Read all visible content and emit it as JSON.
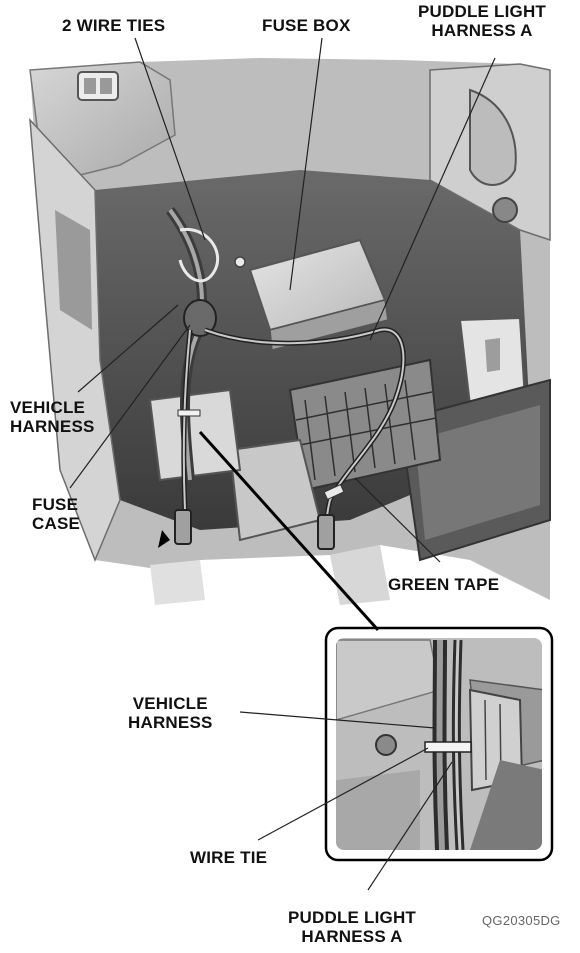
{
  "labels": {
    "wire_ties": "2 WIRE TIES",
    "fuse_box": "FUSE BOX",
    "puddle_a_top_1": "PUDDLE LIGHT",
    "puddle_a_top_2": "HARNESS A",
    "vehicle_harness_1": "VEHICLE",
    "vehicle_harness_2": "HARNESS",
    "fuse_case_1": "FUSE",
    "fuse_case_2": "CASE",
    "green_tape": "GREEN TAPE",
    "inset_vehicle_1": "VEHICLE",
    "inset_vehicle_2": "HARNESS",
    "wire_tie": "WIRE TIE",
    "puddle_a_bottom_1": "PUDDLE LIGHT",
    "puddle_a_bottom_2": "HARNESS A"
  },
  "figure_code": "QG20305DG"
}
